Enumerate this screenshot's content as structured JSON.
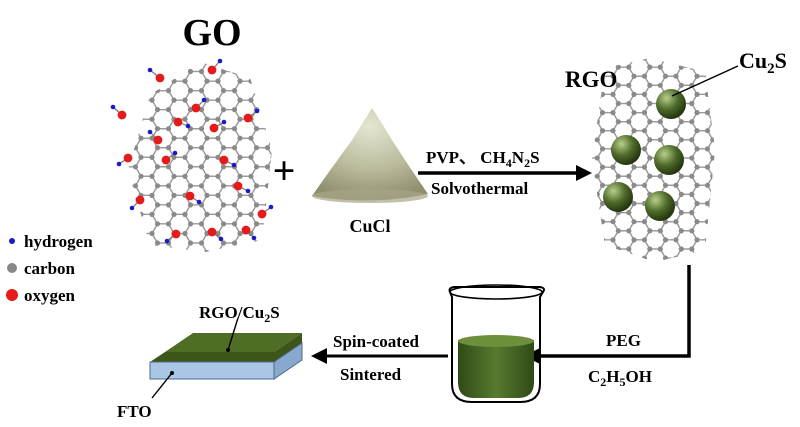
{
  "labels": {
    "go": "GO",
    "rgo": "RGO",
    "cu2s_base": "Cu",
    "cu2s_sub": "2",
    "cu2s_tail": "S",
    "cucl": "CuCl",
    "pvp_prefix": "PVP、 CH",
    "sub4": "4",
    "n": "N",
    "sub2": "2",
    "s": "S",
    "solvothermal": "Solvothermal",
    "peg": "PEG",
    "c": "C",
    "h": "H",
    "sub5": "5",
    "oh": "OH",
    "spin_coated": "Spin-coated",
    "sintered": "Sintered",
    "film_base": "RGO/Cu",
    "film_sub": "2",
    "film_tail": "S",
    "fto": "FTO",
    "plus": "+"
  },
  "legend": [
    {
      "label": "hydrogen",
      "color": "#1a1acc"
    },
    {
      "label": "carbon",
      "color": "#888888"
    },
    {
      "label": "oxygen",
      "color": "#e61a1a"
    }
  ],
  "colors": {
    "carbon": "#8a8a8a",
    "bond": "#9a9a9a",
    "oxygen": "#e61a1a",
    "hydrogen": "#1a1acc",
    "sphere": "#4e6b2a",
    "film_top": "#5a7a2c",
    "fto": "#a9c6e6",
    "liquid": "#3f5f22",
    "powder": "#b9b99a"
  }
}
